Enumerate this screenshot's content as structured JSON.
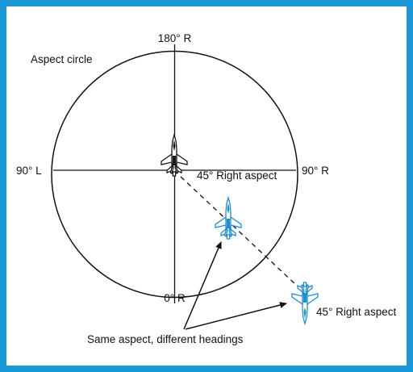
{
  "diagram": {
    "title": "Aspect circle",
    "labels": {
      "top": "180° R",
      "bottom": "0° R",
      "left": "90° L",
      "right": "90° R",
      "aspect_inner": "45° Right aspect",
      "aspect_outer": "45° Right aspect",
      "caption": "Same aspect, different headings"
    },
    "aircraft": [
      {
        "name": "target-aircraft",
        "color": "#1a1a1a"
      },
      {
        "name": "attacker-aircraft-near",
        "color": "#1e8fd0"
      },
      {
        "name": "attacker-aircraft-far",
        "color": "#1e8fd0"
      }
    ],
    "colors": {
      "frame": "#1b98d6",
      "line": "#111111",
      "aircraft_blue": "#1e8fd0"
    }
  }
}
